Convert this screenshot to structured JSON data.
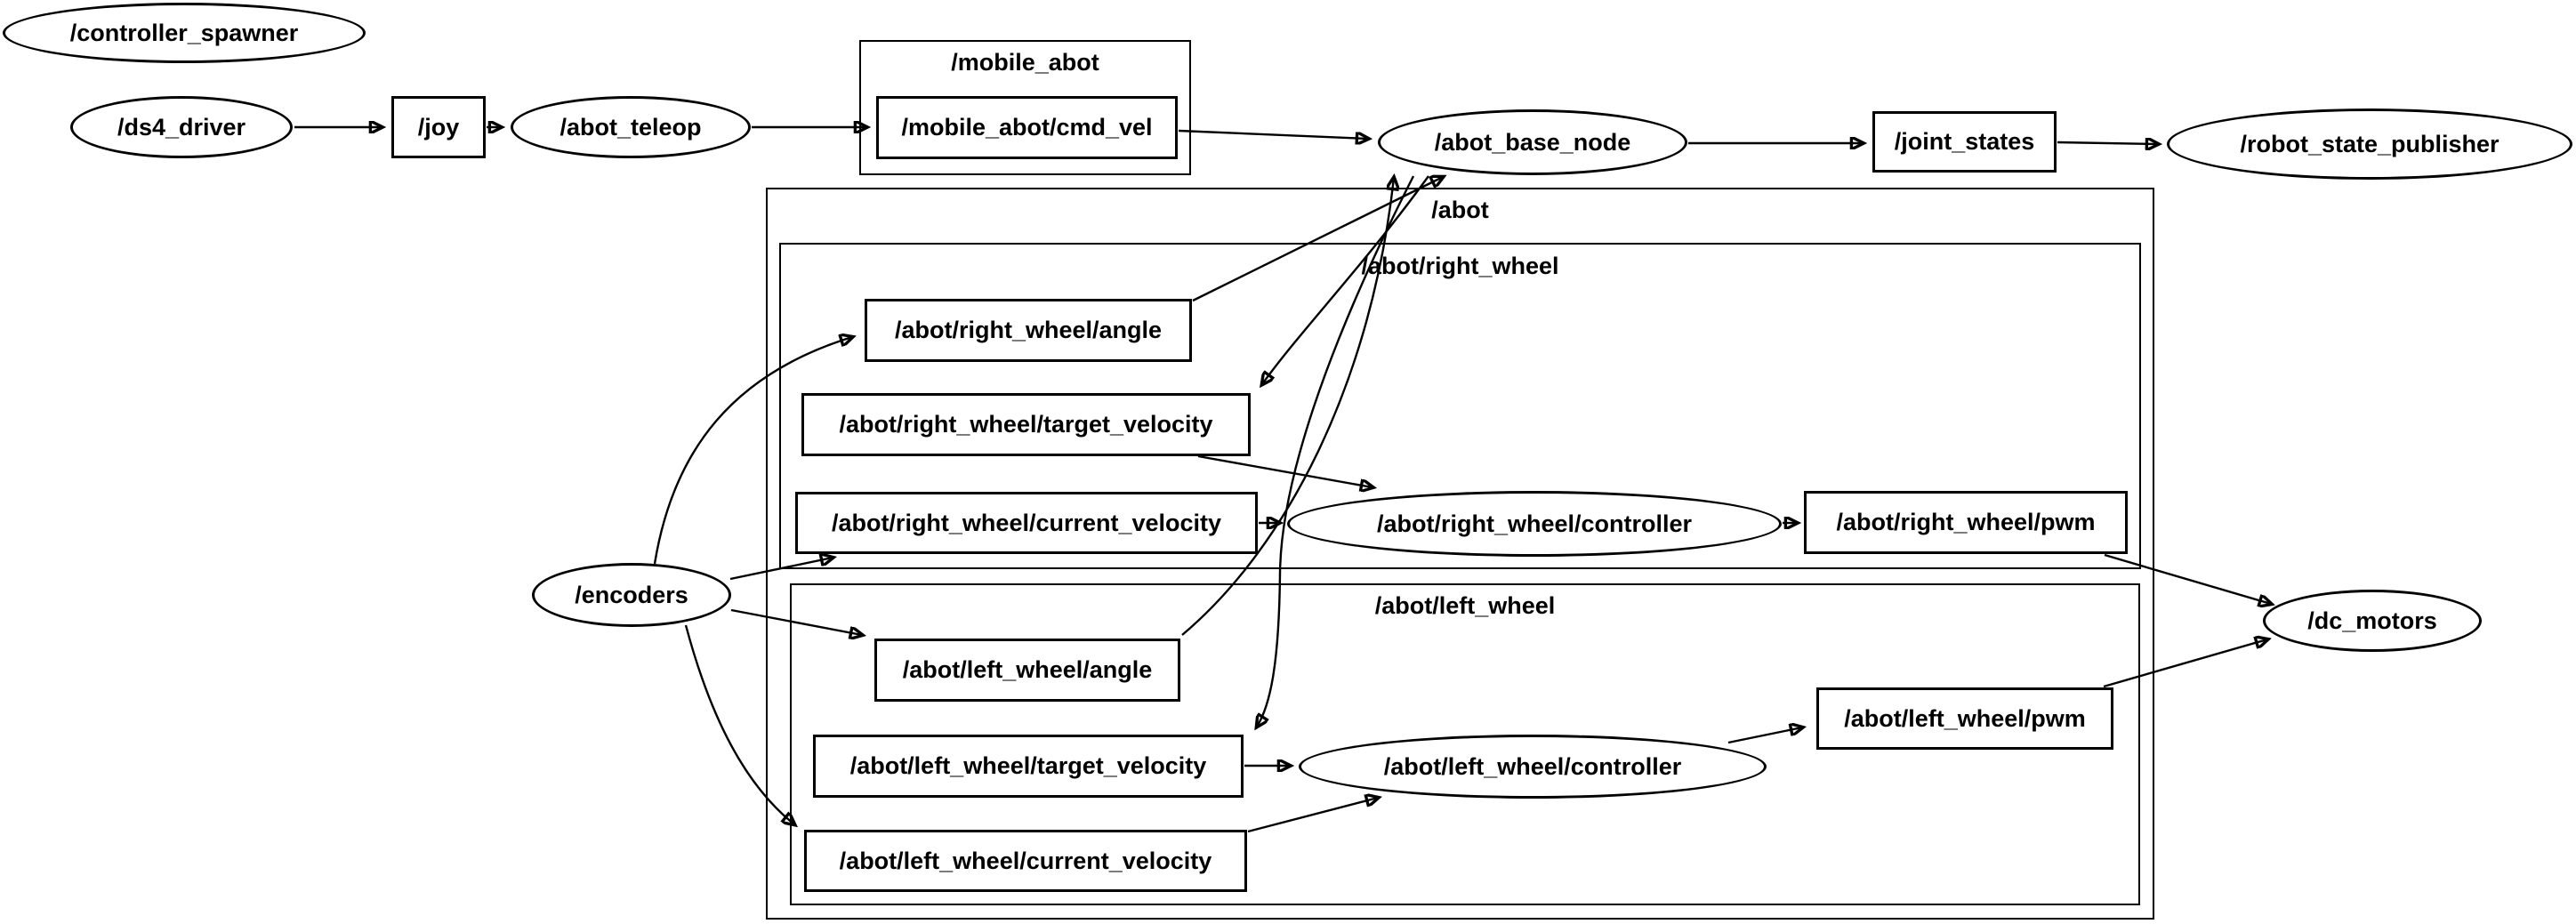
{
  "graph": {
    "background_color": "#ffffff",
    "line_color": "#000000",
    "node_fill_color": "#ffffff",
    "nodes": {
      "controller_spawner": {
        "label": "/controller_spawner",
        "shape": "ellipse"
      },
      "ds4_driver": {
        "label": "/ds4_driver",
        "shape": "ellipse"
      },
      "joy": {
        "label": "/joy",
        "shape": "box"
      },
      "abot_teleop": {
        "label": "/abot_teleop",
        "shape": "ellipse"
      },
      "mobile_abot_cmd_vel": {
        "label": "/mobile_abot/cmd_vel",
        "shape": "box"
      },
      "abot_base_node": {
        "label": "/abot_base_node",
        "shape": "ellipse"
      },
      "joint_states": {
        "label": "/joint_states",
        "shape": "box"
      },
      "robot_state_publisher": {
        "label": "/robot_state_publisher",
        "shape": "ellipse"
      },
      "encoders": {
        "label": "/encoders",
        "shape": "ellipse"
      },
      "right_wheel_angle": {
        "label": "/abot/right_wheel/angle",
        "shape": "box"
      },
      "right_wheel_target_velocity": {
        "label": "/abot/right_wheel/target_velocity",
        "shape": "box"
      },
      "right_wheel_current_velocity": {
        "label": "/abot/right_wheel/current_velocity",
        "shape": "box"
      },
      "right_wheel_controller": {
        "label": "/abot/right_wheel/controller",
        "shape": "ellipse"
      },
      "right_wheel_pwm": {
        "label": "/abot/right_wheel/pwm",
        "shape": "box"
      },
      "left_wheel_angle": {
        "label": "/abot/left_wheel/angle",
        "shape": "box"
      },
      "left_wheel_target_velocity": {
        "label": "/abot/left_wheel/target_velocity",
        "shape": "box"
      },
      "left_wheel_current_velocity": {
        "label": "/abot/left_wheel/current_velocity",
        "shape": "box"
      },
      "left_wheel_controller": {
        "label": "/abot/left_wheel/controller",
        "shape": "ellipse"
      },
      "left_wheel_pwm": {
        "label": "/abot/left_wheel/pwm",
        "shape": "box"
      },
      "dc_motors": {
        "label": "/dc_motors",
        "shape": "ellipse"
      }
    },
    "clusters": {
      "mobile_abot": {
        "label": "/mobile_abot"
      },
      "abot": {
        "label": "/abot"
      },
      "abot_right_wheel": {
        "label": "/abot/right_wheel"
      },
      "abot_left_wheel": {
        "label": "/abot/left_wheel"
      }
    },
    "edges": [
      {
        "from": "/ds4_driver",
        "to": "/joy"
      },
      {
        "from": "/joy",
        "to": "/abot_teleop"
      },
      {
        "from": "/abot_teleop",
        "to": "/mobile_abot/cmd_vel"
      },
      {
        "from": "/mobile_abot/cmd_vel",
        "to": "/abot_base_node"
      },
      {
        "from": "/abot_base_node",
        "to": "/joint_states"
      },
      {
        "from": "/joint_states",
        "to": "/robot_state_publisher"
      },
      {
        "from": "/abot/right_wheel/angle",
        "to": "/abot_base_node"
      },
      {
        "from": "/abot/left_wheel/angle",
        "to": "/abot_base_node"
      },
      {
        "from": "/abot_base_node",
        "to": "/abot/right_wheel/target_velocity"
      },
      {
        "from": "/abot_base_node",
        "to": "/abot/left_wheel/target_velocity"
      },
      {
        "from": "/encoders",
        "to": "/abot/right_wheel/angle"
      },
      {
        "from": "/encoders",
        "to": "/abot/right_wheel/current_velocity"
      },
      {
        "from": "/encoders",
        "to": "/abot/left_wheel/angle"
      },
      {
        "from": "/encoders",
        "to": "/abot/left_wheel/current_velocity"
      },
      {
        "from": "/abot/right_wheel/target_velocity",
        "to": "/abot/right_wheel/controller"
      },
      {
        "from": "/abot/right_wheel/current_velocity",
        "to": "/abot/right_wheel/controller"
      },
      {
        "from": "/abot/right_wheel/controller",
        "to": "/abot/right_wheel/pwm"
      },
      {
        "from": "/abot/right_wheel/pwm",
        "to": "/dc_motors"
      },
      {
        "from": "/abot/left_wheel/target_velocity",
        "to": "/abot/left_wheel/controller"
      },
      {
        "from": "/abot/left_wheel/current_velocity",
        "to": "/abot/left_wheel/controller"
      },
      {
        "from": "/abot/left_wheel/controller",
        "to": "/abot/left_wheel/pwm"
      },
      {
        "from": "/abot/left_wheel/pwm",
        "to": "/dc_motors"
      }
    ]
  }
}
